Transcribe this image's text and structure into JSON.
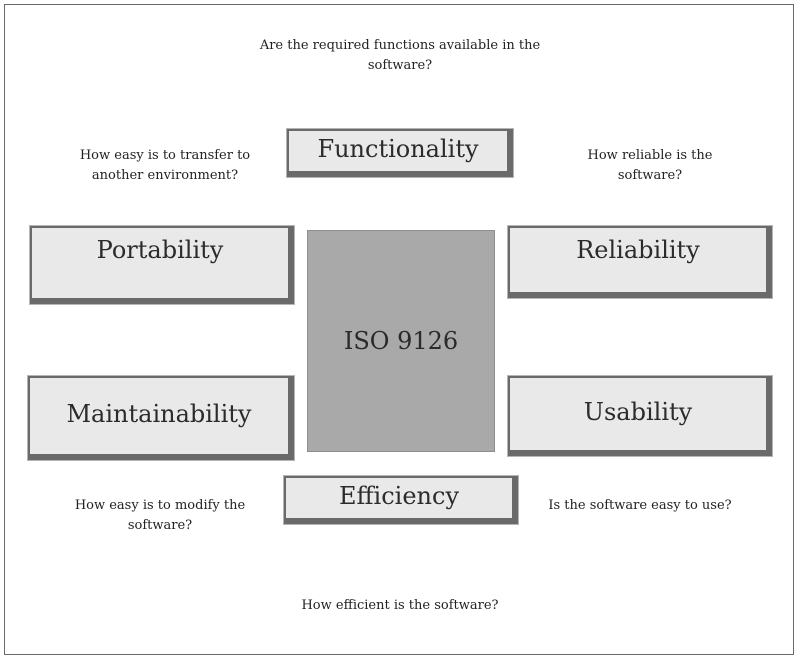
{
  "center": {
    "label": "ISO 9126"
  },
  "characteristics": {
    "functionality": {
      "label": "Functionality",
      "question": "Are the required functions available in the software?"
    },
    "reliability": {
      "label": "Reliability",
      "question": "How reliable is the software?"
    },
    "usability": {
      "label": "Usability",
      "question": "Is the software easy to use?"
    },
    "efficiency": {
      "label": "Efficiency",
      "question": "How efficient is the software?"
    },
    "maintainability": {
      "label": "Maintainability",
      "question": "How easy is to modify the software?"
    },
    "portability": {
      "label": "Portability",
      "question": "How easy is to transfer to another environment?"
    }
  }
}
